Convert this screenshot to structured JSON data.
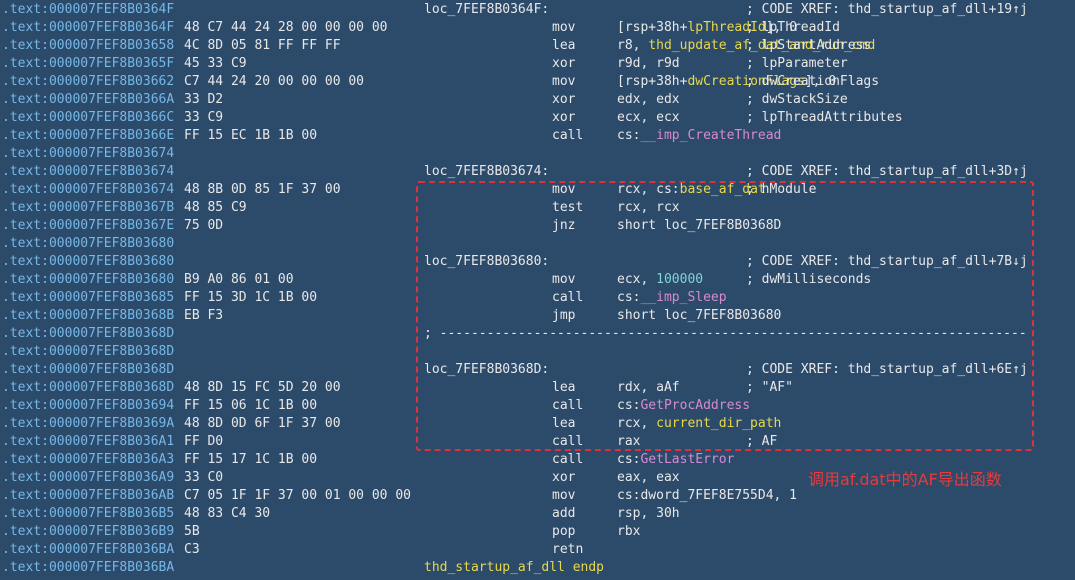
{
  "colors": {
    "background": "#2c4a6a",
    "address": "#76b8e8",
    "text": "#e8e8e8",
    "name": "#e8d84a",
    "import": "#d78ad4",
    "number": "#7ed6d6",
    "annotation": "#e83a3a"
  },
  "annotation": "调用af.dat中的AF导出函数",
  "lines": [
    {
      "addr": ".text:000007FEF8B0364F",
      "label": "loc_7FEF8B0364F:",
      "comment": "; CODE XREF: thd_startup_af_dll+19↑j"
    },
    {
      "addr": ".text:000007FEF8B0364F",
      "bytes": "48 C7 44 24 28 00 00 00 00",
      "mnemonic": "mov",
      "operands": [
        {
          "t": "[rsp+38h+"
        },
        {
          "t": "lpThreadId",
          "c": "name"
        },
        {
          "t": "], 0"
        }
      ],
      "comment": "; lpThreadId"
    },
    {
      "addr": ".text:000007FEF8B03658",
      "bytes": "4C 8D 05 81 FF FF FF",
      "mnemonic": "lea",
      "operands": [
        {
          "t": "r8, "
        },
        {
          "t": "thd_update_af_dat_and_run_cmd",
          "c": "name"
        }
      ],
      "comment": "; lpStartAddress"
    },
    {
      "addr": ".text:000007FEF8B0365F",
      "bytes": "45 33 C9",
      "mnemonic": "xor",
      "operands": [
        {
          "t": "r9d, r9d"
        }
      ],
      "comment": "; lpParameter"
    },
    {
      "addr": ".text:000007FEF8B03662",
      "bytes": "C7 44 24 20 00 00 00 00",
      "mnemonic": "mov",
      "operands": [
        {
          "t": "[rsp+38h+"
        },
        {
          "t": "dwCreationFlags",
          "c": "name"
        },
        {
          "t": "], 0"
        }
      ],
      "comment": "; dwCreationFlags"
    },
    {
      "addr": ".text:000007FEF8B0366A",
      "bytes": "33 D2",
      "mnemonic": "xor",
      "operands": [
        {
          "t": "edx, edx"
        }
      ],
      "comment": "; dwStackSize"
    },
    {
      "addr": ".text:000007FEF8B0366C",
      "bytes": "33 C9",
      "mnemonic": "xor",
      "operands": [
        {
          "t": "ecx, ecx"
        }
      ],
      "comment": "; lpThreadAttributes"
    },
    {
      "addr": ".text:000007FEF8B0366E",
      "bytes": "FF 15 EC 1B 1B 00",
      "mnemonic": "call",
      "operands": [
        {
          "t": "cs:"
        },
        {
          "t": "__imp_CreateThread",
          "c": "imp"
        }
      ]
    },
    {
      "addr": ".text:000007FEF8B03674"
    },
    {
      "addr": ".text:000007FEF8B03674",
      "label": "loc_7FEF8B03674:",
      "comment": "; CODE XREF: thd_startup_af_dll+3D↑j"
    },
    {
      "addr": ".text:000007FEF8B03674",
      "bytes": "48 8B 0D 85 1F 37 00",
      "mnemonic": "mov",
      "operands": [
        {
          "t": "rcx, cs:"
        },
        {
          "t": "base_af_dat",
          "c": "name"
        }
      ],
      "comment": "; hModule"
    },
    {
      "addr": ".text:000007FEF8B0367B",
      "bytes": "48 85 C9",
      "mnemonic": "test",
      "operands": [
        {
          "t": "rcx, rcx"
        }
      ]
    },
    {
      "addr": ".text:000007FEF8B0367E",
      "bytes": "75 0D",
      "mnemonic": "jnz",
      "operands": [
        {
          "t": "short loc_7FEF8B0368D"
        }
      ]
    },
    {
      "addr": ".text:000007FEF8B03680"
    },
    {
      "addr": ".text:000007FEF8B03680",
      "label": "loc_7FEF8B03680:",
      "comment": "; CODE XREF: thd_startup_af_dll+7B↓j"
    },
    {
      "addr": ".text:000007FEF8B03680",
      "bytes": "B9 A0 86 01 00",
      "mnemonic": "mov",
      "operands": [
        {
          "t": "ecx, "
        },
        {
          "t": "100000",
          "c": "num"
        }
      ],
      "comment": "; dwMilliseconds"
    },
    {
      "addr": ".text:000007FEF8B03685",
      "bytes": "FF 15 3D 1C 1B 00",
      "mnemonic": "call",
      "operands": [
        {
          "t": "cs:"
        },
        {
          "t": "__imp_Sleep",
          "c": "imp"
        }
      ]
    },
    {
      "addr": ".text:000007FEF8B0368B",
      "bytes": "EB F3",
      "mnemonic": "jmp",
      "operands": [
        {
          "t": "short loc_7FEF8B03680"
        }
      ]
    },
    {
      "addr": ".text:000007FEF8B0368D",
      "separator": "; ---------------------------------------------------------------------------"
    },
    {
      "addr": ".text:000007FEF8B0368D"
    },
    {
      "addr": ".text:000007FEF8B0368D",
      "label": "loc_7FEF8B0368D:",
      "comment": "; CODE XREF: thd_startup_af_dll+6E↑j"
    },
    {
      "addr": ".text:000007FEF8B0368D",
      "bytes": "48 8D 15 FC 5D 20 00",
      "mnemonic": "lea",
      "operands": [
        {
          "t": "rdx, aAf"
        }
      ],
      "comment": "; \"AF\""
    },
    {
      "addr": ".text:000007FEF8B03694",
      "bytes": "FF 15 06 1C 1B 00",
      "mnemonic": "call",
      "operands": [
        {
          "t": "cs:"
        },
        {
          "t": "GetProcAddress",
          "c": "imp"
        }
      ]
    },
    {
      "addr": ".text:000007FEF8B0369A",
      "bytes": "48 8D 0D 6F 1F 37 00",
      "mnemonic": "lea",
      "operands": [
        {
          "t": "rcx, "
        },
        {
          "t": "current_dir_path",
          "c": "name"
        }
      ]
    },
    {
      "addr": ".text:000007FEF8B036A1",
      "bytes": "FF D0",
      "mnemonic": "call",
      "operands": [
        {
          "t": "rax"
        }
      ],
      "comment": "; AF"
    },
    {
      "addr": ".text:000007FEF8B036A3",
      "bytes": "FF 15 17 1C 1B 00",
      "mnemonic": "call",
      "operands": [
        {
          "t": "cs:"
        },
        {
          "t": "GetLastError",
          "c": "imp"
        }
      ]
    },
    {
      "addr": ".text:000007FEF8B036A9",
      "bytes": "33 C0",
      "mnemonic": "xor",
      "operands": [
        {
          "t": "eax, eax"
        }
      ]
    },
    {
      "addr": ".text:000007FEF8B036AB",
      "bytes": "C7 05 1F 1F 37 00 01 00 00 00",
      "mnemonic": "mov",
      "operands": [
        {
          "t": "cs:dword_7FEF8E755D4, 1"
        }
      ]
    },
    {
      "addr": ".text:000007FEF8B036B5",
      "bytes": "48 83 C4 30",
      "mnemonic": "add",
      "operands": [
        {
          "t": "rsp, 30h"
        }
      ]
    },
    {
      "addr": ".text:000007FEF8B036B9",
      "bytes": "5B",
      "mnemonic": "pop",
      "operands": [
        {
          "t": "rbx"
        }
      ]
    },
    {
      "addr": ".text:000007FEF8B036BA",
      "bytes": "C3",
      "mnemonic": "retn"
    },
    {
      "addr": ".text:000007FEF8B036BA",
      "label": "thd_startup_af_dll endp",
      "label_color": "name"
    }
  ]
}
